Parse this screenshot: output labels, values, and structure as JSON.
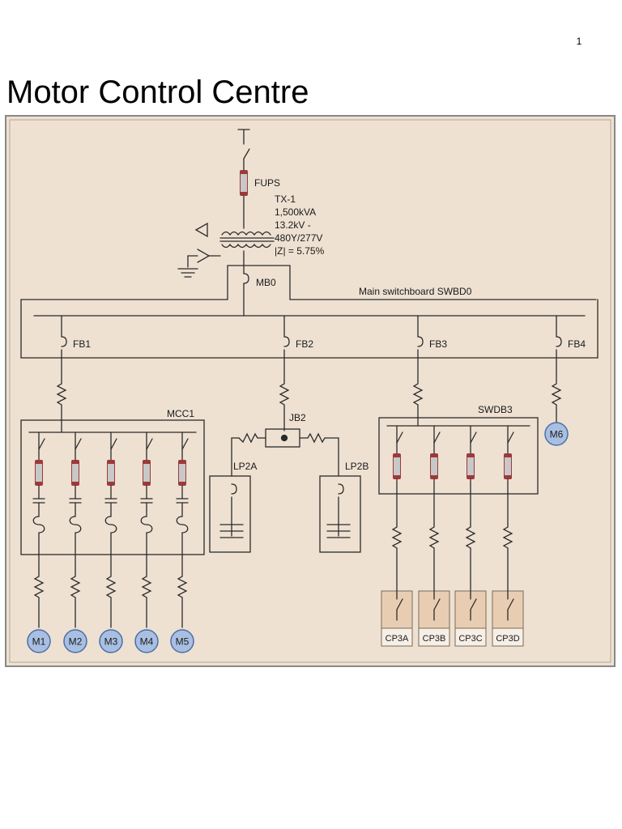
{
  "page": {
    "number": "1",
    "title": "Motor Control Centre"
  },
  "diagram": {
    "colors": {
      "background": "#eee1d2",
      "frame": "#888888",
      "line": "#2b2b2b",
      "fuse_cap": "#9c3a3a",
      "fuse_body": "#c8c8c8",
      "motor_fill": "#a9bfe2",
      "motor_stroke": "#4a6fa5",
      "panel_fill": "#e9cdb2"
    },
    "fuse_main": "FUPS",
    "transformer": {
      "name": "TX-1",
      "rating": "1,500kVA",
      "voltage_primary": "13.2kV -",
      "voltage_secondary": "480Y/277V",
      "impedance": "|Z| = 5.75%"
    },
    "main_breaker": "MB0",
    "main_switchboard": "Main switchboard SWBD0",
    "feeder_breakers": [
      "FB1",
      "FB2",
      "FB3",
      "FB4"
    ],
    "mcc": "MCC1",
    "junction_box": "JB2",
    "lighting_panels": [
      "LP2A",
      "LP2B"
    ],
    "switchboard": "SWDB3",
    "motors": [
      "M1",
      "M2",
      "M3",
      "M4",
      "M5",
      "M6"
    ],
    "control_panels": [
      "CP3A",
      "CP3B",
      "CP3C",
      "CP3D"
    ]
  }
}
